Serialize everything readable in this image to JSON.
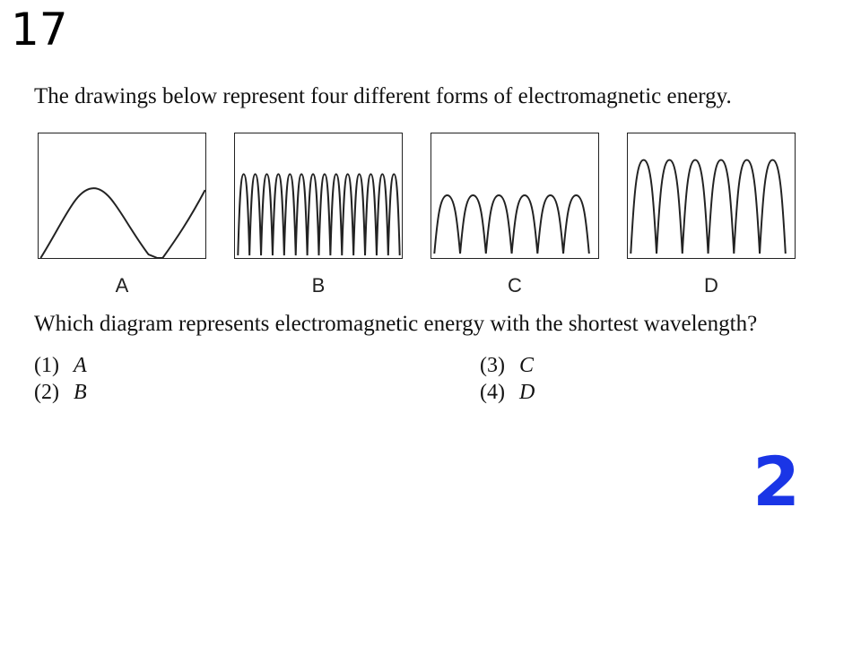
{
  "question_number": "17",
  "intro": "The drawings below represent four different forms of electromagnetic energy.",
  "diagrams": [
    {
      "label": "A"
    },
    {
      "label": "B"
    },
    {
      "label": "C"
    },
    {
      "label": "D"
    }
  ],
  "question": "Which diagram represents electromagnetic energy with the shortest wavelength?",
  "choices": [
    {
      "number": "(1)",
      "letter": "A"
    },
    {
      "number": "(2)",
      "letter": "B"
    },
    {
      "number": "(3)",
      "letter": "C"
    },
    {
      "number": "(4)",
      "letter": "D"
    }
  ],
  "answer": "2",
  "colors": {
    "answer": "#1a35e6",
    "ink": "#222222"
  }
}
